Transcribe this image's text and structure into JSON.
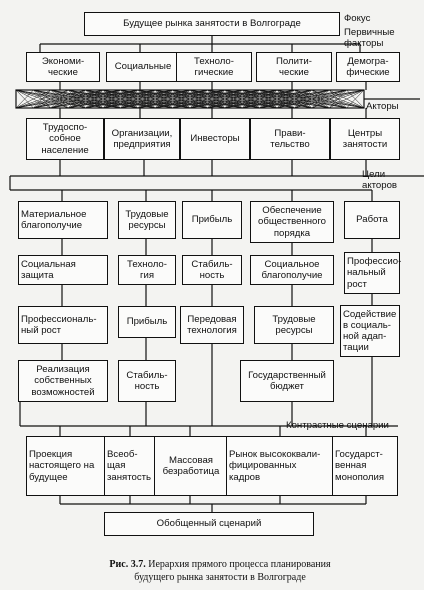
{
  "title": "Будущее рынка занятости в Волгограде",
  "side_labels": {
    "focus": "Фокус",
    "primary_factors": "Первичные\nфакторы",
    "actors": "Акторы",
    "actor_goals": "Цели\nакторов",
    "contrast_scenarios": "Контрастные сценарии"
  },
  "factors": [
    "Экономи-\nческие",
    "Социальные",
    "Техноло-\nгические",
    "Полити-\nческие",
    "Демогра-\nфические"
  ],
  "actors": [
    "Трудоспо-\nсобное\nнаселение",
    "Организации,\nпредприятия",
    "Инвесторы",
    "Прави-\nтельство",
    "Центры\nзанятости"
  ],
  "goals": [
    [
      "Материальное\nблагополучие",
      "Социальная\nзащита",
      "Профессиональ-\nный рост",
      "Реализация\nсобственных\nвозможностей"
    ],
    [
      "Трудовые\nресурсы",
      "Техноло-\nгия",
      "Прибыль",
      "Стабиль-\nность"
    ],
    [
      "Прибыль",
      "Стабиль-\nность",
      "Передовая\nтехнология"
    ],
    [
      "Обеспечение\nобщественного\nпорядка",
      "Социальное\nблагополучие",
      "Трудовые\nресурсы",
      "Государственный\nбюджет"
    ],
    [
      "Работа",
      "Профессио-\nнальный\nрост",
      "Содействие\nв социаль-\nной адап-\nтации"
    ]
  ],
  "scenarios": [
    "Проекция\nнастоящего на\nбудущее",
    "Всеоб-\nщая\nзанятость",
    "Массовая\nбезработица",
    "Рынок высококвали-\nфицированных\nкадров",
    "Государст-\nвенная\nмонополия"
  ],
  "summary": "Обобщенный сценарий",
  "caption": {
    "prefix": "Рис. 3.7.",
    "text": "Иерархия прямого процесса планирования\nбудущего рынка занятости в Волгограде"
  }
}
